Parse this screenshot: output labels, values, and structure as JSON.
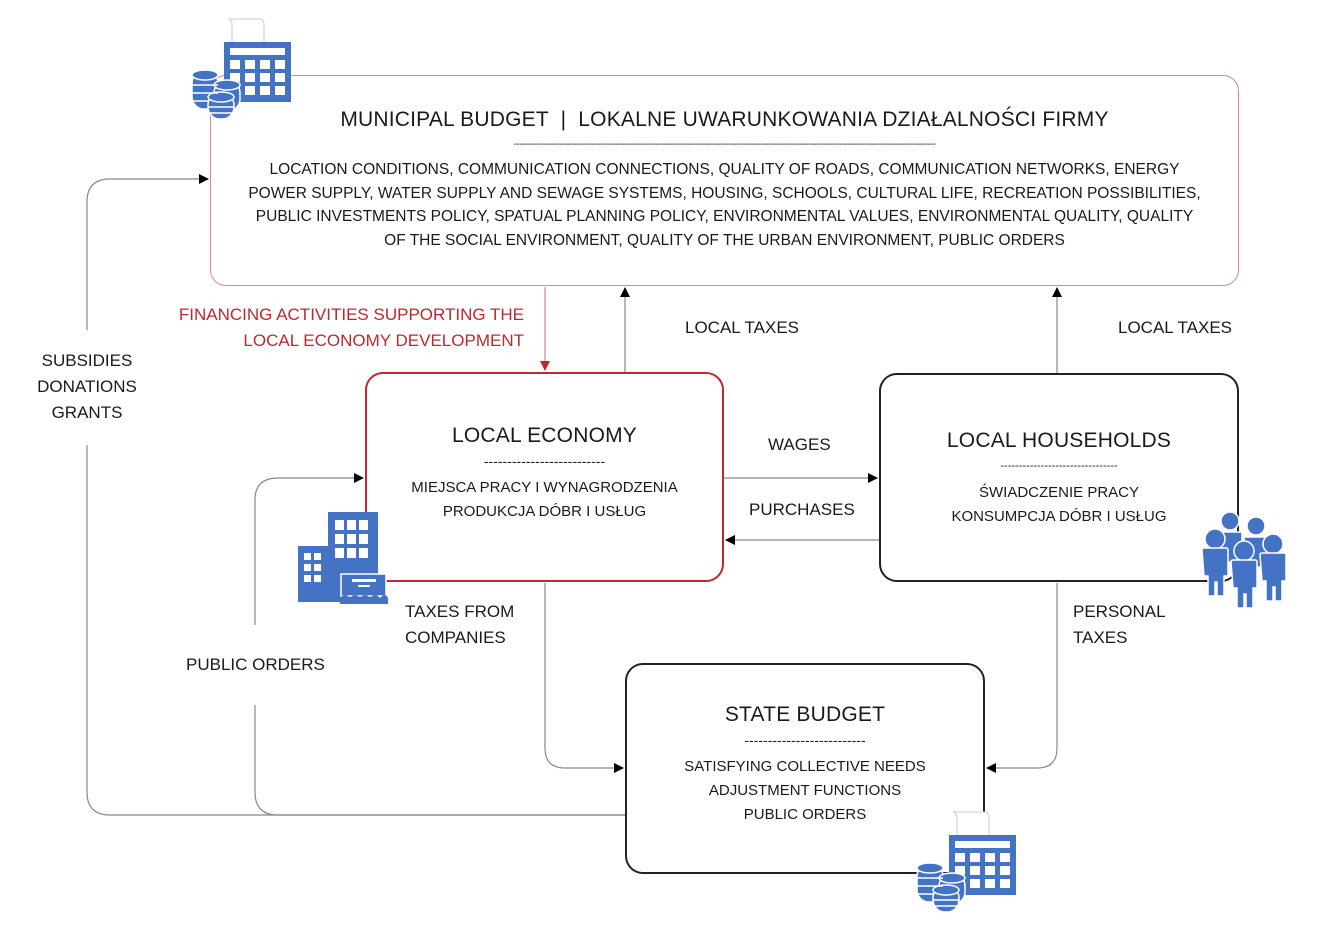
{
  "colors": {
    "accent_red": "#c0282d",
    "icon_blue": "#4472c4",
    "line_gray": "#808080"
  },
  "municipal_budget": {
    "title": "MUNICIPAL BUDGET  |  LOKALNE UWARUNKOWANIA DZIAŁALNOŚCI FIRMY",
    "separator": "-----------------------------------------------------------------------------------------------------------------------------------------------------",
    "lines": [
      "LOCATION CONDITIONS, COMMUNICATION CONNECTIONS, QUALITY OF ROADS, COMMUNICATION NETWORKS, ENERGY",
      "POWER SUPPLY, WATER SUPPLY AND SEWAGE SYSTEMS, HOUSING, SCHOOLS, CULTURAL LIFE, RECREATION POSSIBILITIES,",
      "PUBLIC INVESTMENTS POLICY, SPATUAL PLANNING POLICY, ENVIRONMENTAL VALUES, ENVIRONMENTAL QUALITY, QUALITY",
      "OF THE SOCIAL ENVIRONMENT, QUALITY OF THE URBAN ENVIRONMENT, PUBLIC ORDERS"
    ],
    "icon": "budget-calculator-coins-icon"
  },
  "local_economy": {
    "title": "LOCAL ECONOMY",
    "separator": "--------------------------",
    "lines": [
      "MIEJSCA PRACY I WYNAGRODZENIA",
      "PRODUKCJA DÓBR I USŁUG"
    ],
    "icon": "office-buildings-icon"
  },
  "local_households": {
    "title": "LOCAL HOUSEHOLDS",
    "separator": "--------------------------------",
    "lines": [
      "ŚWIADCZENIE PRACY",
      "KONSUMPCJA DÓBR I USŁUG"
    ],
    "icon": "people-group-icon"
  },
  "state_budget": {
    "title": "STATE BUDGET",
    "separator": "--------------------------",
    "lines": [
      "SATISFYING COLLECTIVE NEEDS",
      "ADJUSTMENT FUNCTIONS",
      "PUBLIC ORDERS"
    ],
    "icon": "budget-calculator-coins-icon"
  },
  "flows": {
    "financing": [
      "FINANCING ACTIVITIES SUPPORTING THE",
      "LOCAL ECONOMY DEVELOPMENT"
    ],
    "local_taxes_economy": "LOCAL TAXES",
    "local_taxes_households": "LOCAL TAXES",
    "subsidies": [
      "SUBSIDIES",
      "DONATIONS",
      "GRANTS"
    ],
    "wages": "WAGES",
    "purchases": "PURCHASES",
    "taxes_from_companies": [
      "TAXES FROM",
      "COMPANIES"
    ],
    "personal_taxes": [
      "PERSONAL",
      "TAXES"
    ],
    "public_orders": "PUBLIC ORDERS"
  }
}
